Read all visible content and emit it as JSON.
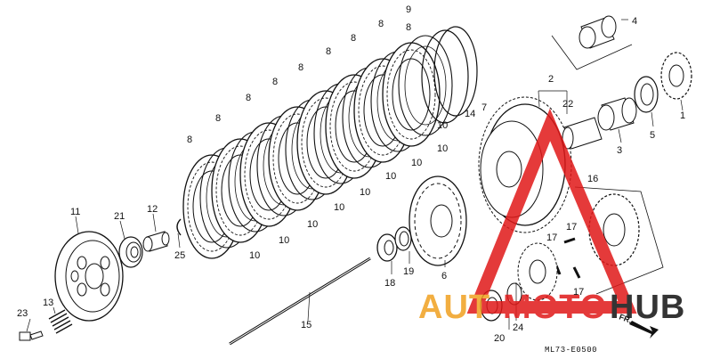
{
  "diagram": {
    "code": "ML73-E0500",
    "direction_label": "FR.",
    "watermark": {
      "text_left": "AUT",
      "text_mid": "MOTO",
      "text_right": "HUB",
      "color_main": "#f0a020",
      "color_accent": "#e01818",
      "color_dark": "#111111"
    },
    "part_labels": [
      {
        "id": "p1",
        "text": "1"
      },
      {
        "id": "p2",
        "text": "2"
      },
      {
        "id": "p3",
        "text": "3"
      },
      {
        "id": "p4",
        "text": "4"
      },
      {
        "id": "p5",
        "text": "5"
      },
      {
        "id": "p6",
        "text": "6"
      },
      {
        "id": "p7",
        "text": "7"
      },
      {
        "id": "p9",
        "text": "9"
      },
      {
        "id": "p11",
        "text": "11"
      },
      {
        "id": "p12",
        "text": "12"
      },
      {
        "id": "p13",
        "text": "13"
      },
      {
        "id": "p14",
        "text": "14"
      },
      {
        "id": "p15",
        "text": "15"
      },
      {
        "id": "p16",
        "text": "16"
      },
      {
        "id": "p17a",
        "text": "17"
      },
      {
        "id": "p17b",
        "text": "17"
      },
      {
        "id": "p17c",
        "text": "17"
      },
      {
        "id": "p18",
        "text": "18"
      },
      {
        "id": "p19",
        "text": "19"
      },
      {
        "id": "p20",
        "text": "20"
      },
      {
        "id": "p21",
        "text": "21"
      },
      {
        "id": "p22",
        "text": "22"
      },
      {
        "id": "p23",
        "text": "23"
      },
      {
        "id": "p24",
        "text": "24"
      },
      {
        "id": "p25",
        "text": "25"
      },
      {
        "id": "p8a",
        "text": "8"
      },
      {
        "id": "p8b",
        "text": "8"
      },
      {
        "id": "p8c",
        "text": "8"
      },
      {
        "id": "p8d",
        "text": "8"
      },
      {
        "id": "p8e",
        "text": "8"
      },
      {
        "id": "p8f",
        "text": "8"
      },
      {
        "id": "p8g",
        "text": "8"
      },
      {
        "id": "p8h",
        "text": "8"
      },
      {
        "id": "p8i",
        "text": "8"
      },
      {
        "id": "p10a",
        "text": "10"
      },
      {
        "id": "p10b",
        "text": "10"
      },
      {
        "id": "p10c",
        "text": "10"
      },
      {
        "id": "p10d",
        "text": "10"
      },
      {
        "id": "p10e",
        "text": "10"
      },
      {
        "id": "p10f",
        "text": "10"
      },
      {
        "id": "p10g",
        "text": "10"
      },
      {
        "id": "p10h",
        "text": "10"
      },
      {
        "id": "p10i",
        "text": "10"
      }
    ]
  }
}
